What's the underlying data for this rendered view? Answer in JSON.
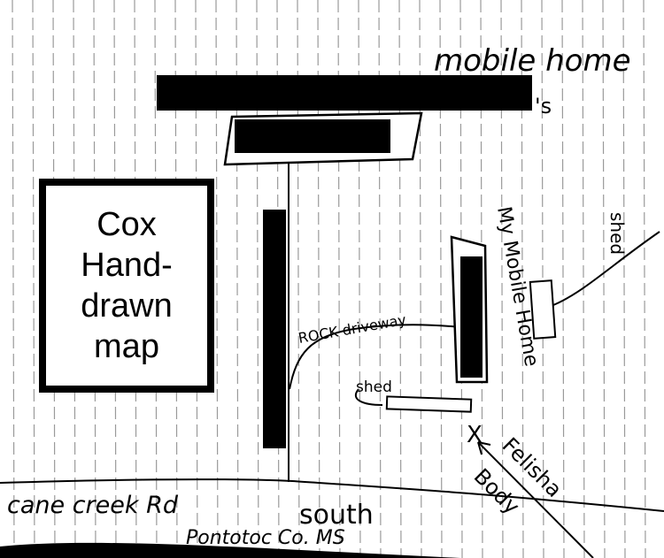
{
  "title_box": {
    "lines": [
      "Cox",
      "Hand-",
      "drawn",
      "map"
    ]
  },
  "labels": {
    "mobile_home_top": "mobile home",
    "possessive": "'s",
    "rock_driveway": "ROCK driveway",
    "shed_left": "shed",
    "shed_right": "shed",
    "my_mobile_home": "My Mobile Home",
    "felisha": "Felisha",
    "body": "Body",
    "x_mark": "X",
    "road": "cane creek Rd",
    "south": "south",
    "county": "Pontotoc Co. MS"
  },
  "redactions": 4,
  "colors": {
    "ink": "#000000",
    "paper": "#ffffff",
    "rule_lines": "#9a9a9a"
  }
}
